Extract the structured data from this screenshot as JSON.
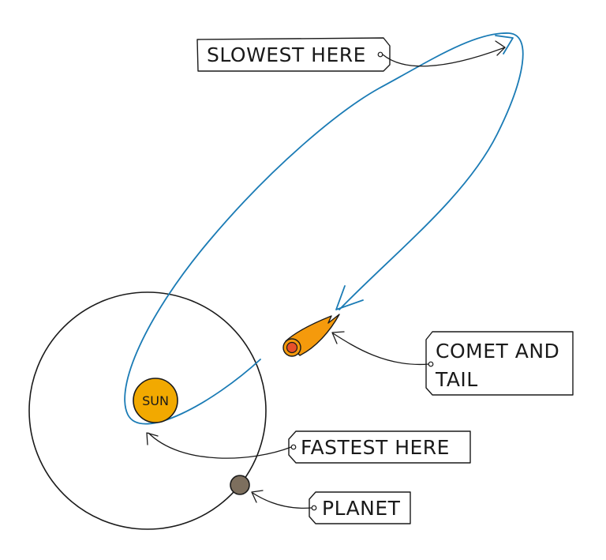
{
  "labels": {
    "slowest": "SLOWEST HERE",
    "comet_line1": "COMET AND",
    "comet_line2": "TAIL",
    "fastest": "FASTEST HERE",
    "planet": "PLANET",
    "sun": "SUN"
  },
  "colors": {
    "orbit_comet": "#1a7bb5",
    "outline": "#1a1a1a",
    "sun_fill": "#f2a900",
    "comet_tail": "#f59a0c",
    "comet_head": "#e8502a",
    "planet_fill": "#7d6f5e",
    "background": "#ffffff"
  }
}
